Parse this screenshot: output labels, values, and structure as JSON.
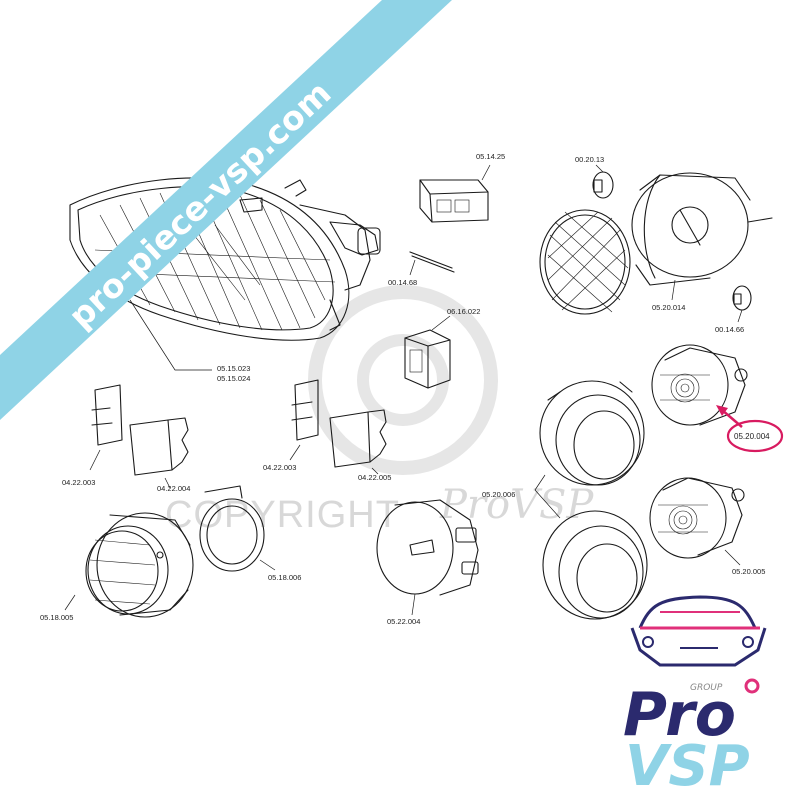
{
  "watermark": {
    "copyright_text": "COPYRIGHT",
    "script_text": "ProVSP"
  },
  "banner": {
    "text": "pro-piece-vsp.com",
    "color": "#8fd3e6"
  },
  "logo": {
    "group_text": "GROUP",
    "pro_text": "Pro",
    "vsp_text": "VSP",
    "colors": {
      "pro": "#2b2a6e",
      "vsp": "#8fd3e6",
      "accent": "#e0307a"
    }
  },
  "highlight": {
    "label": "05.20.004",
    "color": "#d81b60"
  },
  "parts": {
    "p051425": "05.14.25",
    "p002013": "00.20.13",
    "p001468": "00.14.68",
    "p061602": "06.16.022",
    "p051502": "05.15.023",
    "p051502b": "05.15.024",
    "p052001": "05.20.014",
    "p001466": "00.14.66",
    "p042200": "04.22.003",
    "p042204": "04.22.004",
    "p042203b": "04.22.003",
    "p042205": "04.22.005",
    "p052006": "05.20.006",
    "p052005": "05.20.005",
    "p051800": "05.18.005",
    "p051806": "05.18.006",
    "p052200": "05.22.004"
  }
}
